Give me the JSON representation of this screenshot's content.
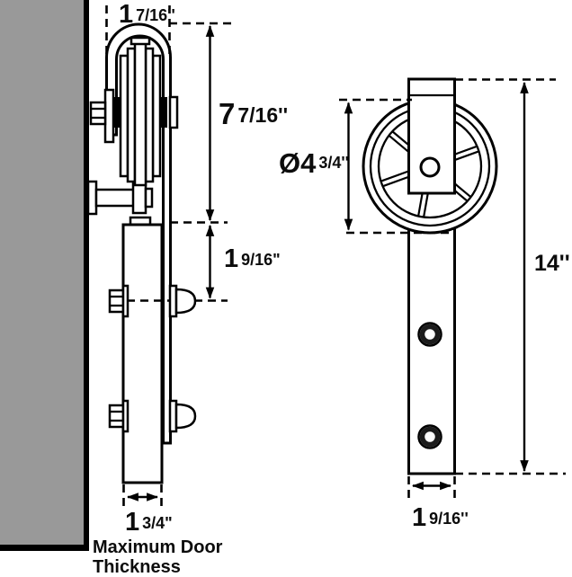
{
  "diagram": {
    "kind": "barn-door-roller-hardware-dimension-drawing",
    "side_view": {
      "strap_top_width": {
        "whole": "1",
        "fraction": "7/16''"
      },
      "wheel_top_to_door_top": {
        "whole": "7",
        "fraction": "7/16''"
      },
      "door_top_to_bolt_center": {
        "whole": "1",
        "fraction": "9/16\""
      },
      "door_thickness": {
        "whole": "1",
        "fraction": "3/4\""
      },
      "door_note_line1": "Maximum Door",
      "door_note_line2": "Thickness"
    },
    "front_view": {
      "wheel_diameter": {
        "prefix": "Ø4",
        "fraction": "3/4''"
      },
      "overall_height": "14''",
      "strap_width": {
        "whole": "1",
        "fraction": "9/16''"
      }
    },
    "colors": {
      "wall_gray": "#999999",
      "line_black": "#000000",
      "background": "#ffffff"
    }
  }
}
